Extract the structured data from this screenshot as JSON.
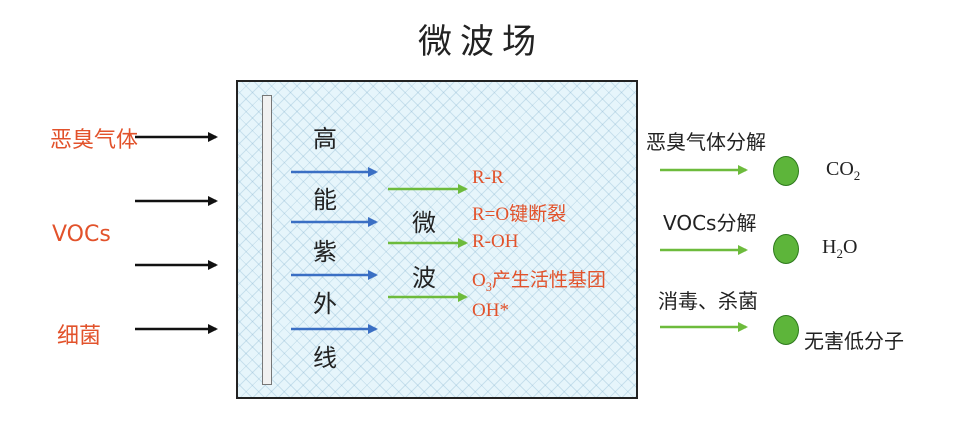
{
  "title": "微波场",
  "inputs": {
    "odor": "恶臭气体",
    "vocs": "VOCs",
    "bacteria": "细菌"
  },
  "uv_chars": [
    "高",
    "能",
    "紫",
    "外",
    "线"
  ],
  "microwave_chars": [
    "微",
    "波"
  ],
  "reactions": {
    "r1": "R-R",
    "r2": "R=O键断裂",
    "r3": "R-OH",
    "r4_o": "O",
    "r4_sub": "3",
    "r4_rest": "产生活性基团",
    "r5": "OH*"
  },
  "outputs": {
    "odor_decomp": "恶臭气体分解",
    "vocs_decomp": "VOCs分解",
    "disinfect": "消毒、杀菌"
  },
  "products": {
    "co2_base": "CO",
    "co2_sub": "2",
    "h2o_h": "H",
    "h2o_sub": "2",
    "h2o_o": "O",
    "harmless": "无害低分子"
  },
  "colors": {
    "input_text": "#e2522b",
    "uv_arrow": "#3a6fc4",
    "green_arrow": "#6dbb3c",
    "dot": "#5db53a"
  }
}
